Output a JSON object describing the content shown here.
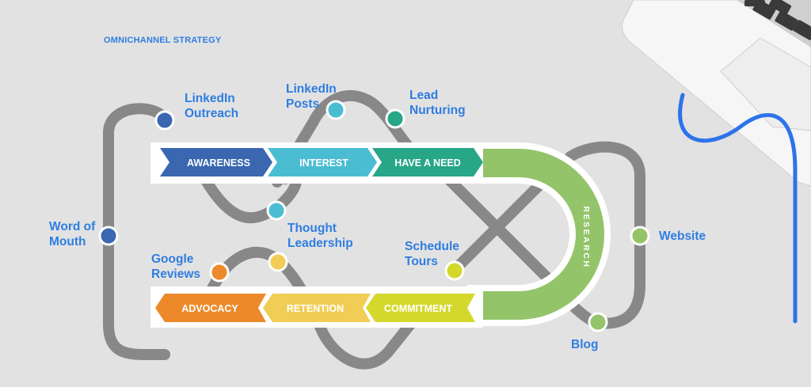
{
  "title": "OMNICHANNEL STRATEGY",
  "colors": {
    "awareness": "#3a67b0",
    "interest": "#4bbdd2",
    "have_a_need": "#27a688",
    "research": "#93c46a",
    "commitment": "#d4d82c",
    "retention": "#f1cd55",
    "advocacy": "#ec8a2b",
    "path": "#8a8a8a",
    "label": "#2f7de1"
  },
  "stages": {
    "awareness": "AWARENESS",
    "interest": "INTEREST",
    "have_a_need": "HAVE A NEED",
    "research": "RESEARCH",
    "commitment": "COMMITMENT",
    "retention": "RETENTION",
    "advocacy": "ADVOCACY"
  },
  "touchpoints": {
    "linkedin_outreach": [
      "LinkedIn",
      "Outreach"
    ],
    "linkedin_posts": [
      "LinkedIn",
      "Posts"
    ],
    "lead_nurturing": [
      "Lead",
      "Nurturing"
    ],
    "word_of_mouth": [
      "Word of",
      "Mouth"
    ],
    "thought_leadership": [
      "Thought",
      "Leadership"
    ],
    "google_reviews": [
      "Google",
      "Reviews"
    ],
    "schedule_tours": [
      "Schedule",
      "Tours"
    ],
    "website": "Website",
    "blog": "Blog"
  }
}
